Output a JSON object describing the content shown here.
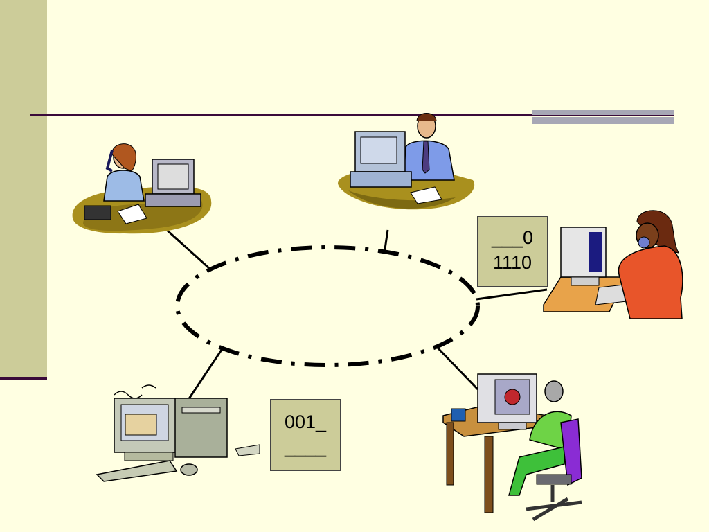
{
  "colors": {
    "background": "#ffffe2",
    "sidebar": "#cccc99",
    "rule": "#3a0a3a",
    "accent_bar": "#a7a7b5",
    "box_fill": "#cccc99"
  },
  "ring": {
    "style": "dash-dot"
  },
  "bit_boxes": [
    {
      "line1": "___0",
      "line2": "1110"
    },
    {
      "line1": "001_",
      "line2": "____"
    }
  ],
  "icons": [
    "woman-on-phone-workstation-icon",
    "man-at-desk-workstation-icon",
    "woman-on-phone-orange-workstation-icon",
    "desktop-computer-icon",
    "woman-at-computer-purple-chair-icon"
  ]
}
